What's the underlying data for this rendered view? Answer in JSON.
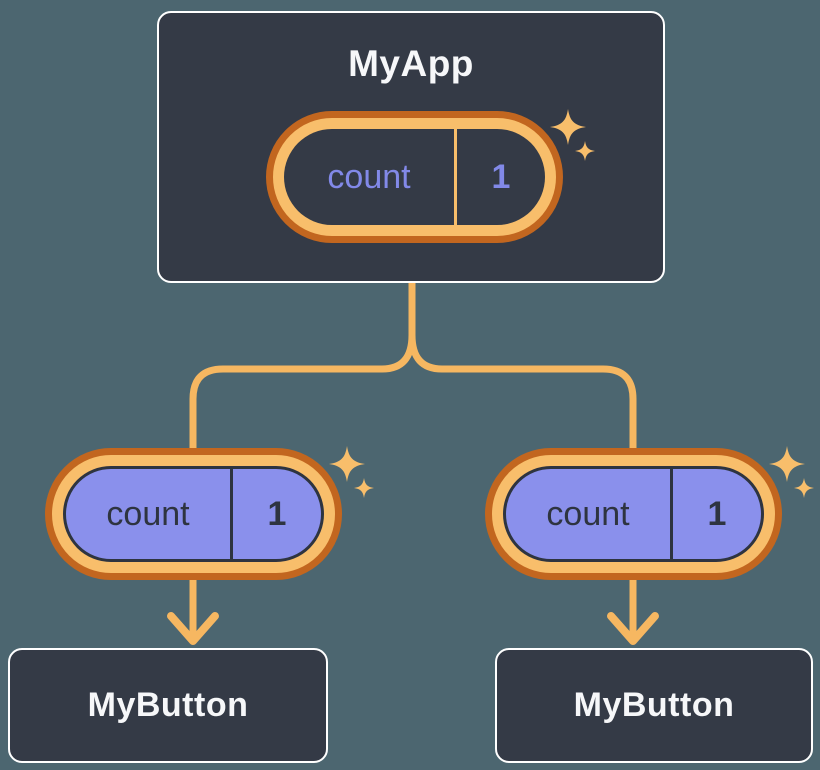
{
  "diagram": {
    "app": {
      "label": "MyApp",
      "state": {
        "name": "count",
        "value": "1"
      }
    },
    "children": [
      {
        "prop": {
          "name": "count",
          "value": "1"
        },
        "component": {
          "label": "MyButton"
        }
      },
      {
        "prop": {
          "name": "count",
          "value": "1"
        },
        "component": {
          "label": "MyButton"
        }
      }
    ]
  },
  "icons": {
    "sparkle": "sparkle-icon",
    "arrow": "arrow-down-icon"
  },
  "colors": {
    "background": "#4C6670",
    "node-fill": "#343A46",
    "node-border": "#FFFFFF",
    "node-text": "#F6F7F9",
    "orange-ring": "#C2661F",
    "orange-band": "#F8BE6B",
    "connector": "#F6B761",
    "purple-fill": "#8A90EC",
    "purple-text": "#8289E8",
    "dark-text": "#2E3440"
  }
}
